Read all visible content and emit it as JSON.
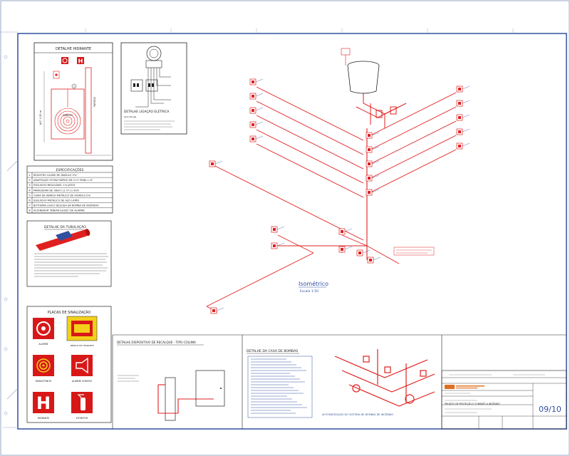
{
  "detail_hydrant": {
    "title": "DETALHE HIDRANTE",
    "wall_label": "PAREDE",
    "box_label": "ABRIGO"
  },
  "detail_electric": {
    "title": "DETALHE LIGAÇÃO ELÉTRICA",
    "scale": "Sem Escala"
  },
  "specifications": {
    "title": "ESPECIFICAÇÕES",
    "items": [
      {
        "n": "1",
        "text": "REGISTRO GLOBO DE ÂNGULO 2½\""
      },
      {
        "n": "2",
        "text": "ADAPTAÇÃO STORZ RÁPIDO DE 2.½\" PARA 1.½\""
      },
      {
        "n": "3",
        "text": "ESGUICHO REGULÁVEL 1½ JATOS"
      },
      {
        "n": "4",
        "text": "MANGUEIRA DE 38mm (1.½\") x 30m"
      },
      {
        "n": "5",
        "text": "CAIXA DE ABRIGO METÁLICO DE 90x60x17cm"
      },
      {
        "n": "6",
        "text": "ESGUICHO METÁLICO DE AÇO LATÃO"
      },
      {
        "n": "7",
        "text": "BOTOEIRA LIGA E DESLIGA DA BOMBA DE INCÊNDIO"
      },
      {
        "n": "8",
        "text": "ACIONADOR \"BREAK-GLASS\" DE ALARME"
      }
    ]
  },
  "detail_pipe": {
    "title": "DETALHE DA TUBULAÇÃO"
  },
  "signage": {
    "title": "PLACAS DE SINALIZAÇÃO",
    "items": [
      {
        "label": "ALARME"
      },
      {
        "label": "ABRIGO DE HIDRANTE"
      },
      {
        "label": "MANGOTINHO"
      },
      {
        "label": "ALARME SONORO"
      },
      {
        "label": "HIDRANTE"
      },
      {
        "label": "EXTINTOR"
      }
    ]
  },
  "detail_device": {
    "title": "DETALHE DISPOSITIVO DE RECALQUE - TIPO COLUNA"
  },
  "pump_house": {
    "title": "DETALHE DA CASA DE BOMBAS",
    "caption": "AUTOMATIZAÇÃO DO SISTEMA DE BOMBAS DE INCÊNDIO"
  },
  "isometric": {
    "title": "Isométrico",
    "scale": "Escala 1:50"
  },
  "title_block": {
    "project": "PROJETO DE PROTEÇÃO E COMBATE A INCÊNDIO",
    "sheet": "09/10"
  },
  "colors": {
    "pipe": "#e02020",
    "frame": "#3050a0",
    "sign_bg": "#d81818",
    "sign_yellow": "#f3d01a"
  }
}
